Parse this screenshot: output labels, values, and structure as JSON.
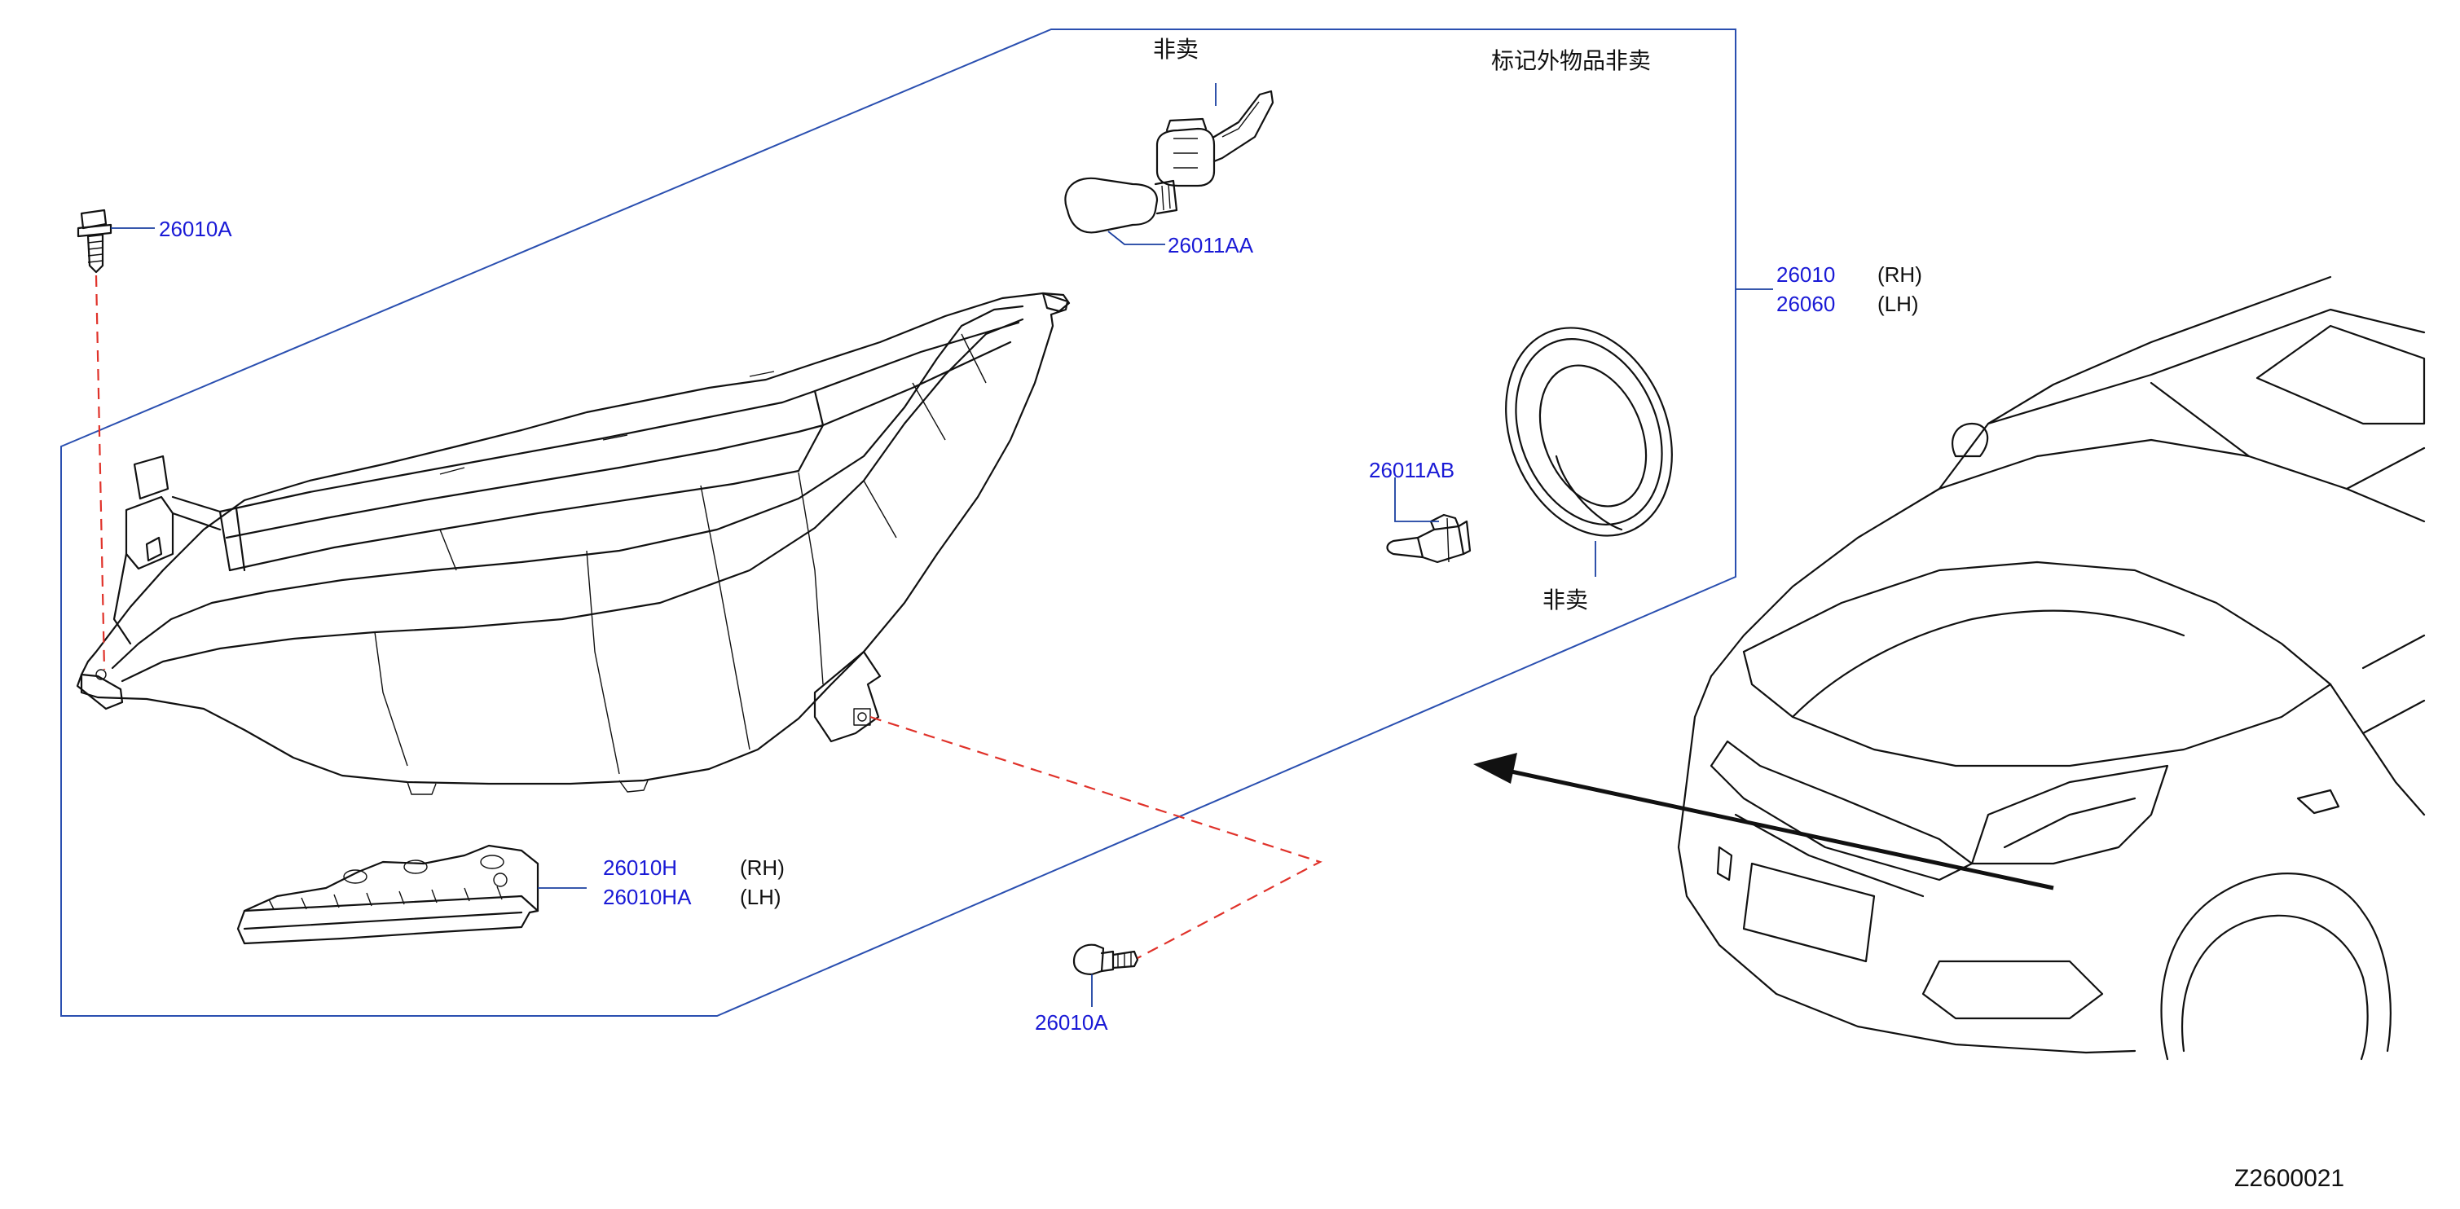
{
  "labels": {
    "not_sold_1": "非卖",
    "not_sold_2": "非卖",
    "marked_not_sold": "标记外物品非卖",
    "bolt_top": "26010A",
    "bulb_aa": "26011AA",
    "headlamp_rh": "26010",
    "headlamp_lh": "26060",
    "rh_1": "(RH)",
    "lh_1": "(LH)",
    "bulb_ab": "26011AB",
    "bracket_rh": "26010H",
    "bracket_lh": "26010HA",
    "rh_2": "(RH)",
    "lh_2": "(LH)",
    "bolt_bottom": "26010A",
    "diagram_id": "Z2600021"
  }
}
